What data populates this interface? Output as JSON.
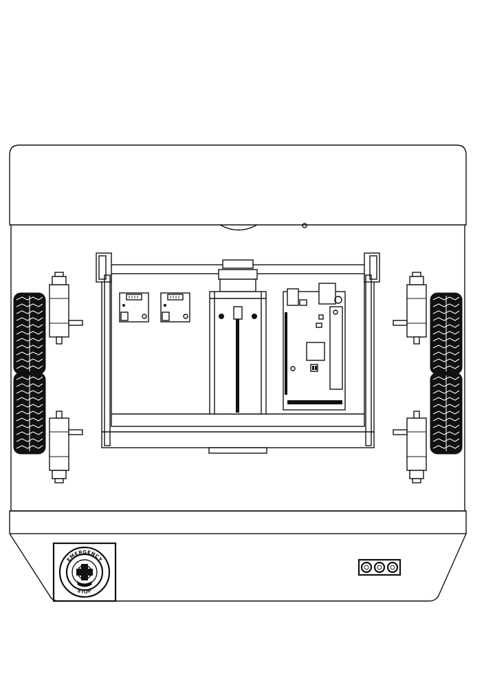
{
  "emergency_stop": {
    "label_top": "EMERGENCY",
    "label_bottom": "STOP"
  },
  "colors": {
    "line": "#111111",
    "background": "#ffffff"
  },
  "parts": {
    "left_wheels": 2,
    "right_wheels": 2,
    "motor_driver_boards": 2,
    "connector_pins": 3
  }
}
